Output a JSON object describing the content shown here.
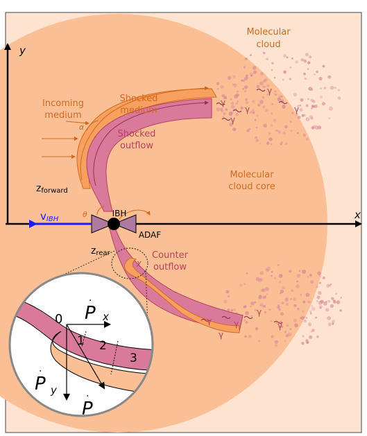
{
  "labels": {
    "molecular_cloud_line1": "Molecular",
    "molecular_cloud_line2": "cloud",
    "cloud_core_line1": "Molecular",
    "cloud_core_line2": "cloud core",
    "incoming_line1": "Incoming",
    "incoming_line2": "medium",
    "shocked_medium_line1": "Shocked",
    "shocked_medium_line2": "medium",
    "shocked_outflow_line1": "Shocked",
    "shocked_outflow_line2": "outflow",
    "counter_line1": "Counter",
    "counter_line2": "outflow",
    "ibh": "IBH",
    "adaf": "ADAF",
    "z_forward_main": "z",
    "z_forward_sub": "forward",
    "z_rear_main": "z",
    "z_rear_sub": "rear",
    "v_main": "v",
    "v_sub": "IBH",
    "axis_x": "x",
    "axis_y": "y",
    "alpha": "α",
    "theta": "θ",
    "chi": "χ",
    "gamma": "γ"
  },
  "inset": {
    "segment_labels": [
      "0",
      "1",
      "2",
      "3"
    ],
    "p_letter": "P",
    "px_sub": "x",
    "py_sub": "y"
  },
  "colors": {
    "background_box": "#fde3d0",
    "cloud": "#fbbf95",
    "outflow": "#d97a9a",
    "shocked_medium": "#f7a060",
    "orange_text": "#d2691e",
    "rose_text": "#b8405e",
    "velocity_arrow": "#1a1aff",
    "dots": "#d98a9a"
  }
}
